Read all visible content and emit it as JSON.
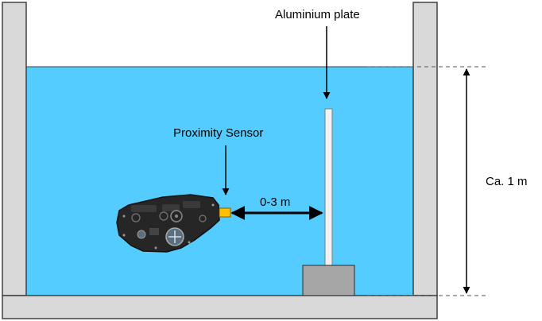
{
  "labels": {
    "aluminium_plate": "Aluminium plate",
    "proximity_sensor": "Proximity Sensor",
    "distance_range": "0-3 m",
    "water_height": "Ca. 1 m"
  },
  "colors": {
    "water": "#55CCFF",
    "tank_wall": "#D9D9D9",
    "plate_base": "#A6A6A6",
    "sensor": "#FFC000",
    "rov_body": "#262626",
    "dashed_line": "#555555"
  }
}
